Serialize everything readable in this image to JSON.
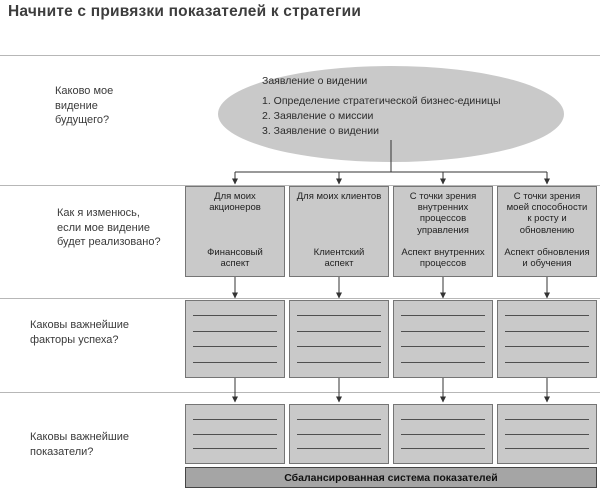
{
  "title": "Начните с привязки показателей к стратегии",
  "questions": {
    "vision": "Каково мое\nвидение\nбудущего?",
    "change": "Как я изменюсь,\nесли мое видение\nбудет реализовано?",
    "factors": "Каковы важнейшие\nфакторы успеха?",
    "indicators": "Каковы важнейшие\nпоказатели?"
  },
  "vision_statement": {
    "title": "Заявление о видении",
    "items": [
      "1. Определение стратегической бизнес-единицы",
      "2. Заявление о миссии",
      "3. Заявление о видении"
    ]
  },
  "perspectives": [
    {
      "audience": "Для моих акционеров",
      "aspect": "Финансовый\nаспект"
    },
    {
      "audience": "Для моих клиентов",
      "aspect": "Клиентский\nаспект"
    },
    {
      "audience": "С точки зрения\nвнутренних процессов\nуправления",
      "aspect": "Аспект внутренних\nпроцессов"
    },
    {
      "audience": "С точки зрения\nмоей способности\nк росту и обновлению",
      "aspect": "Аспект обновления\nи обучения"
    }
  ],
  "success_factors_blank_lines": 4,
  "indicators_blank_lines": 3,
  "footer": "Сбалансированная система показателей",
  "colors": {
    "box_fill": "#c9c9c9",
    "box_border": "#757575",
    "footer_fill": "#a5a5a5",
    "arrow": "#333333",
    "divider": "#b7b7b7"
  }
}
